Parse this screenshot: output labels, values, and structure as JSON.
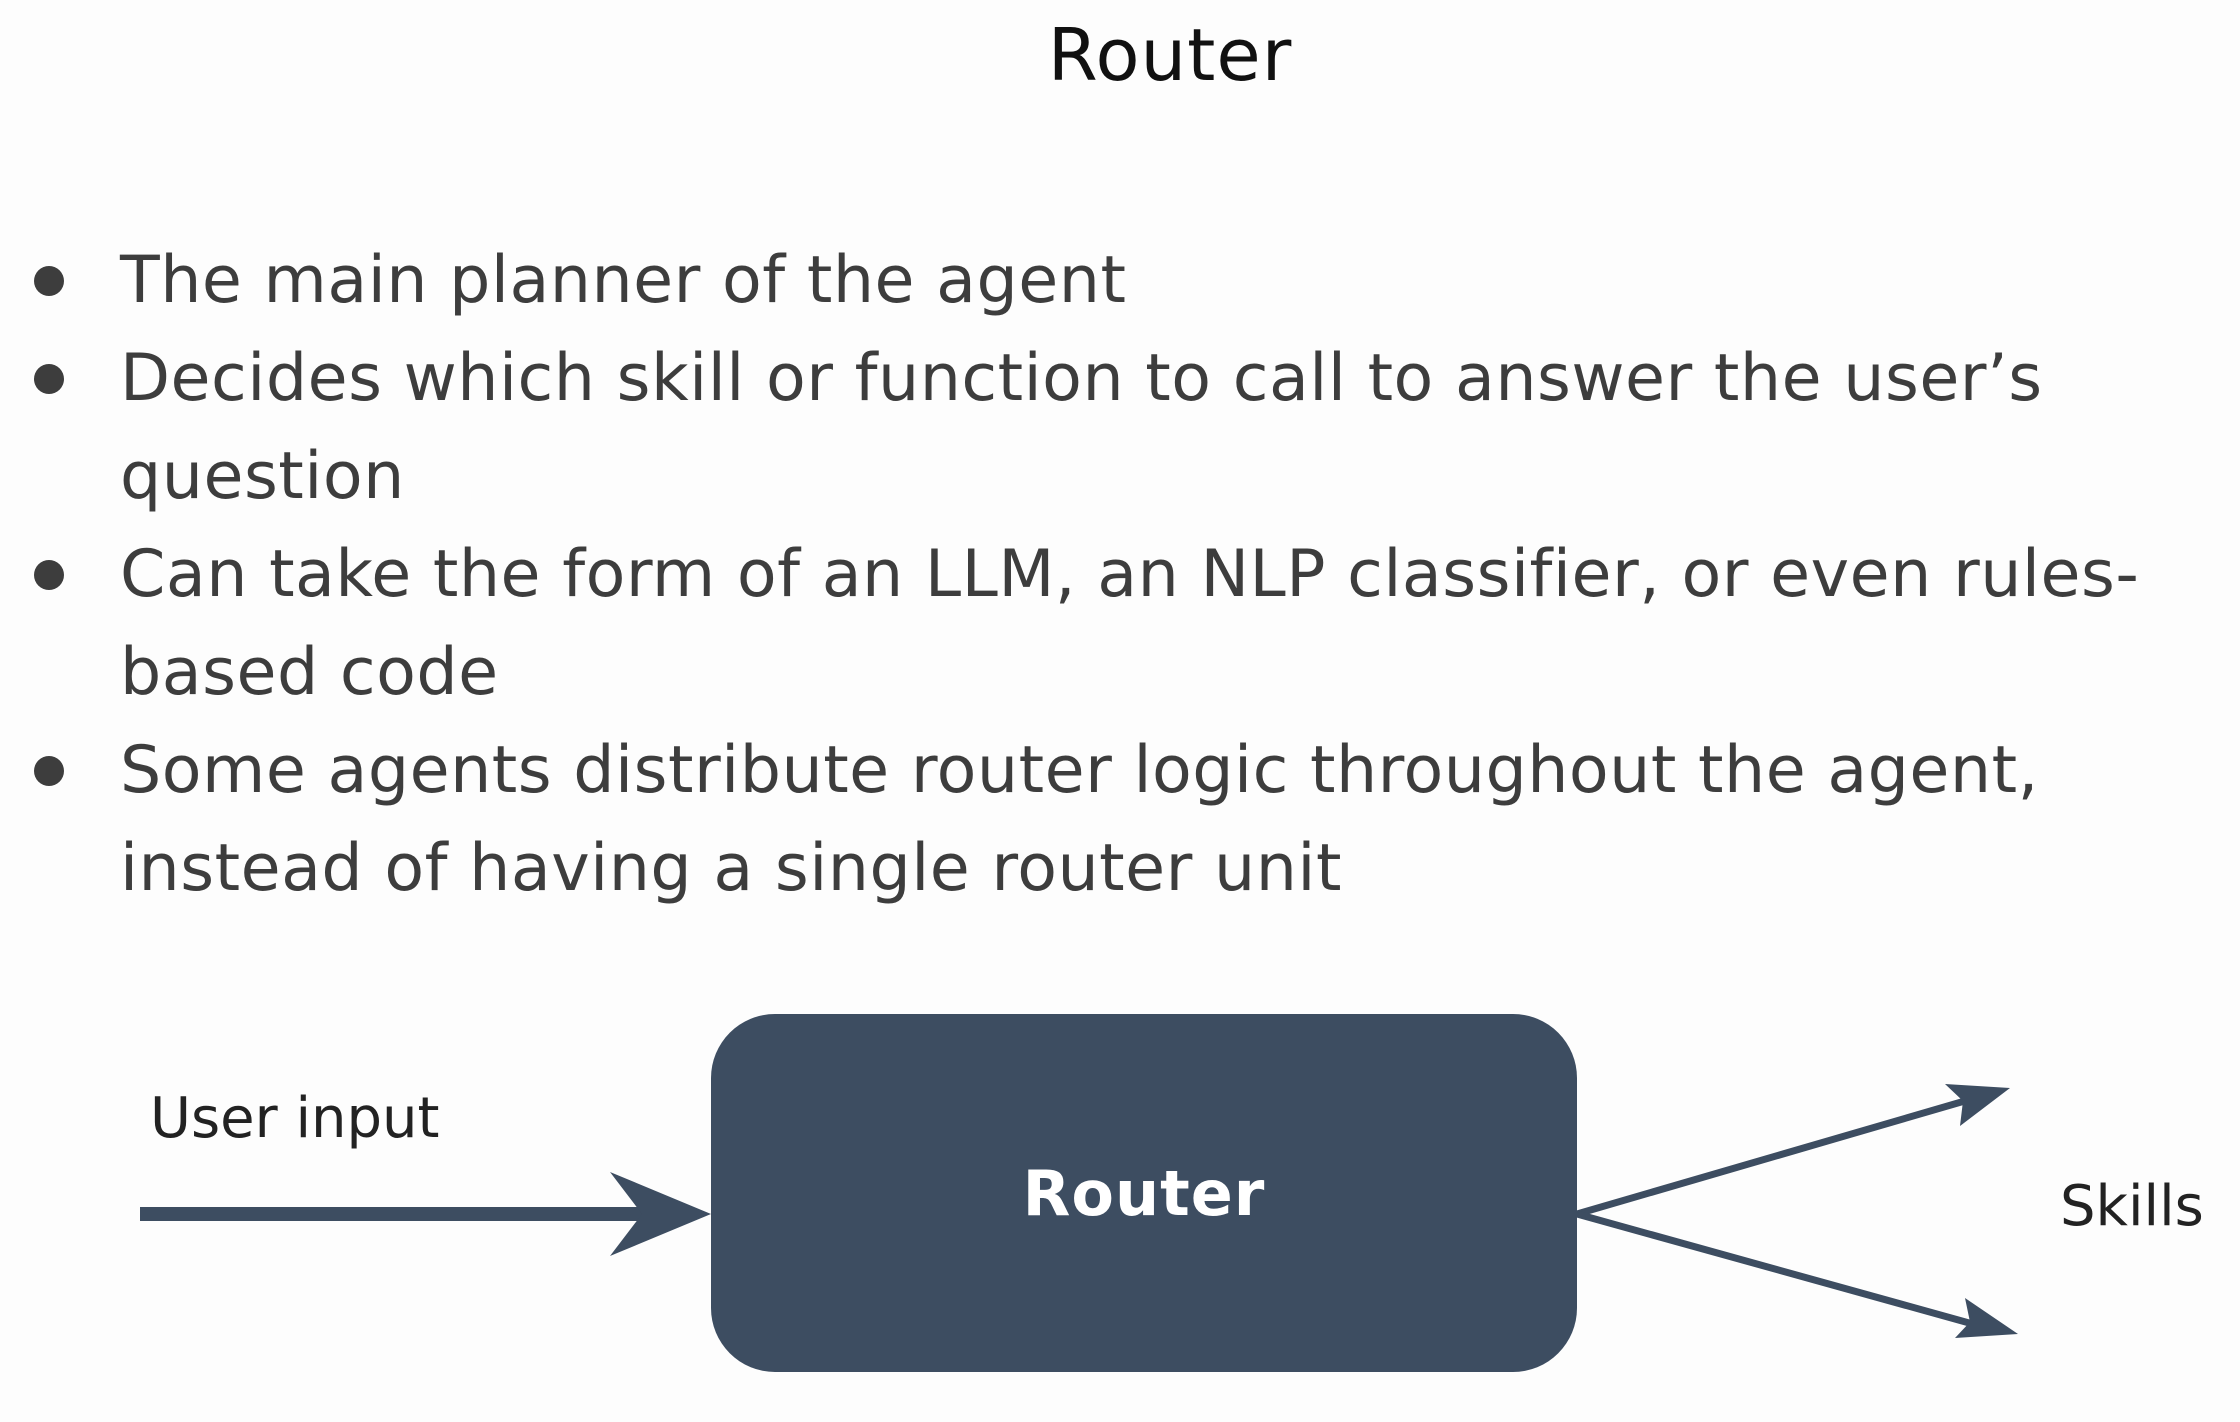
{
  "title": "Router",
  "bullets": [
    "The main planner of the agent",
    "Decides which skill or function to call to answer the user’s question",
    "Can take the form of an LLM, an NLP classifier, or even rules-based code",
    "Some agents distribute router logic throughout the agent, instead of having a single router unit"
  ],
  "diagram": {
    "input_label": "User input",
    "box_label": "Router",
    "output_label": "Skills"
  },
  "colors": {
    "box_fill": "#3d4d61",
    "arrow": "#3d4d61",
    "bullet_text": "#3d3d3d",
    "title_text": "#111111"
  }
}
